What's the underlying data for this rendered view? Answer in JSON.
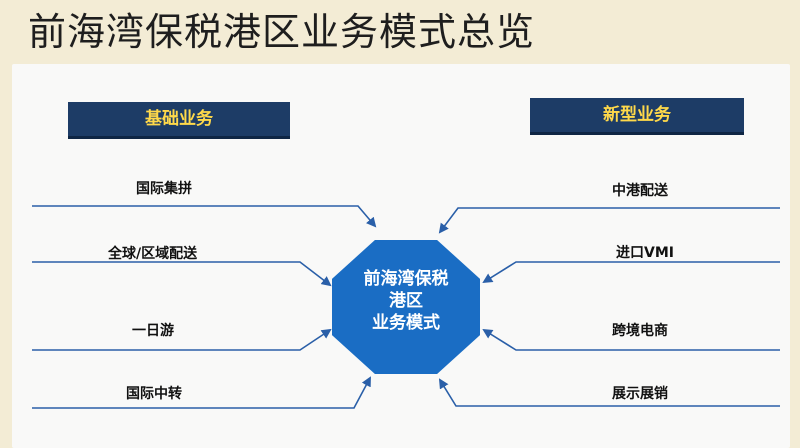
{
  "title": "前海湾保税港区业务模式总览",
  "left": {
    "header": "基础业务",
    "items": [
      "国际集拼",
      "全球/区域配送",
      "一日游",
      "国际中转"
    ]
  },
  "right": {
    "header": "新型业务",
    "items": [
      "中港配送",
      "进口VMI",
      "跨境电商",
      "展示展销"
    ]
  },
  "center": {
    "lines": [
      "前海湾保税",
      "港区",
      "业务模式"
    ]
  },
  "colors": {
    "background": "#f3ecd5",
    "panel": "#f9f9f8",
    "header_fill": "#1d3c66",
    "header_text": "#ffd94a",
    "center_fill": "#1a6dc4",
    "line": "#2a5fa8"
  }
}
